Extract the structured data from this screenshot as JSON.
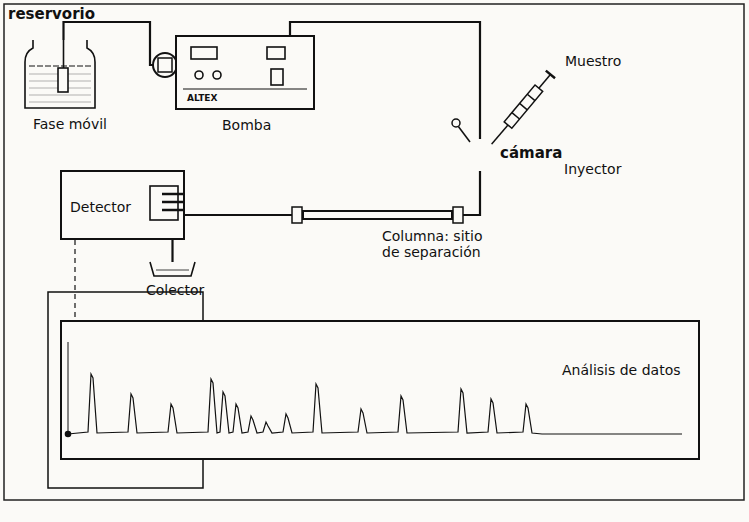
{
  "diagram": {
    "nodes": [
      {
        "text": [
          "reservorio",
          "Fase móvil"
        ]
      },
      {
        "text": [
          "ALTEX",
          "Bomba"
        ]
      },
      {
        "text": [
          "Muestro",
          "cámara",
          "Inyector"
        ]
      },
      {
        "text": [
          "Columna: sitio de separación"
        ]
      },
      {
        "text": [
          "Detector"
        ]
      },
      {
        "text": [
          "Colector"
        ]
      },
      {
        "text": [
          "Análisis de datos"
        ]
      }
    ],
    "edges": [
      {
        "from": 0,
        "to": 1,
        "arrow": "none"
      },
      {
        "from": 1,
        "to": 2,
        "arrow": "none"
      },
      {
        "from": 2,
        "to": 3,
        "arrow": "none"
      },
      {
        "from": 3,
        "to": 4,
        "arrow": "none"
      },
      {
        "from": 4,
        "to": 5,
        "arrow": "none"
      },
      {
        "from": 4,
        "to": 6,
        "arrow": "none"
      }
    ]
  }
}
